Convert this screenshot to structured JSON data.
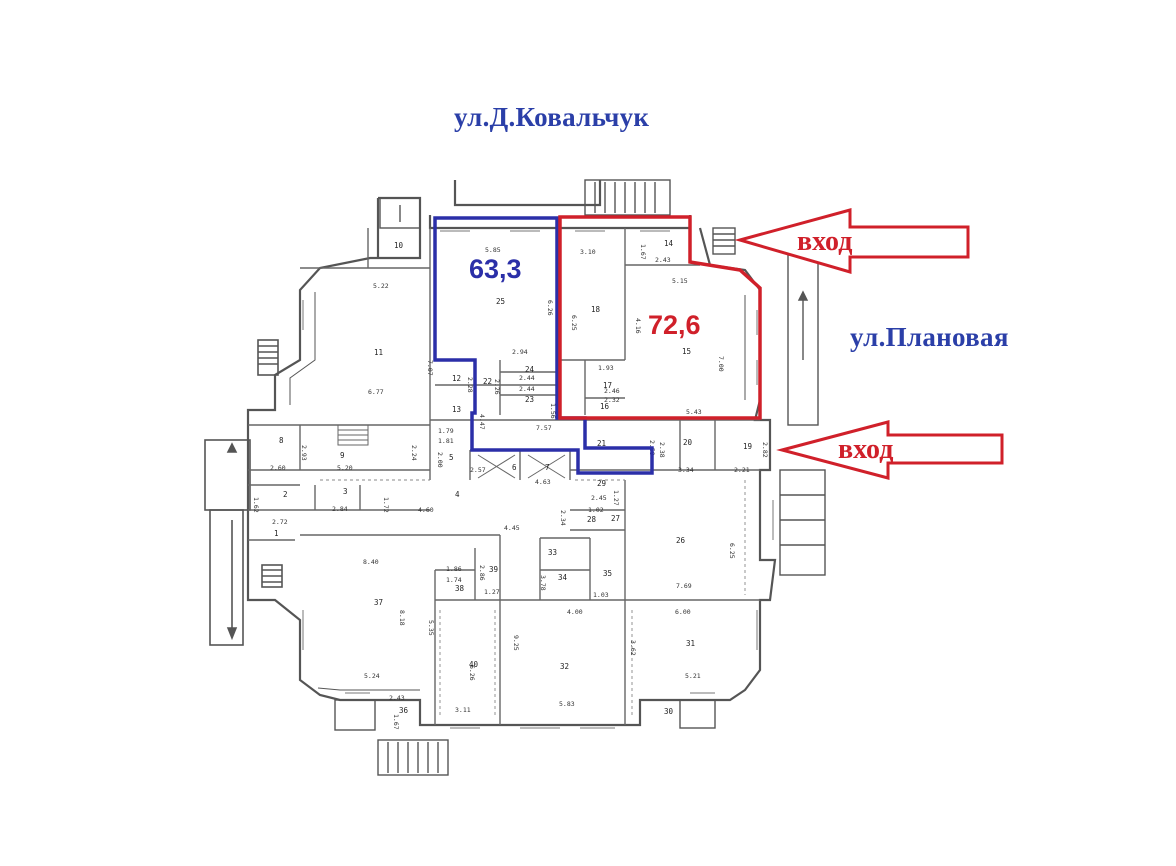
{
  "streets": {
    "north": "ул.Д.Ковальчук",
    "east": "ул.Плановая"
  },
  "units": {
    "blue": {
      "area": "63,3",
      "color": "#2b2fa8"
    },
    "red": {
      "area": "72,6",
      "color": "#d0202a"
    }
  },
  "entrances": {
    "top": "вход",
    "bottom": "вход",
    "color": "#d0202a"
  },
  "colors": {
    "street_text": "#2b3fa8",
    "walls": "#555555"
  },
  "rooms": [
    {
      "id": "1"
    },
    {
      "id": "2"
    },
    {
      "id": "3"
    },
    {
      "id": "4"
    },
    {
      "id": "5"
    },
    {
      "id": "6"
    },
    {
      "id": "7"
    },
    {
      "id": "8"
    },
    {
      "id": "9"
    },
    {
      "id": "10"
    },
    {
      "id": "11"
    },
    {
      "id": "12"
    },
    {
      "id": "13"
    },
    {
      "id": "14"
    },
    {
      "id": "15"
    },
    {
      "id": "16"
    },
    {
      "id": "17"
    },
    {
      "id": "18"
    },
    {
      "id": "19"
    },
    {
      "id": "20"
    },
    {
      "id": "21"
    },
    {
      "id": "22"
    },
    {
      "id": "23"
    },
    {
      "id": "24"
    },
    {
      "id": "25"
    },
    {
      "id": "26"
    },
    {
      "id": "27"
    },
    {
      "id": "28"
    },
    {
      "id": "29"
    },
    {
      "id": "30"
    },
    {
      "id": "31"
    },
    {
      "id": "32"
    },
    {
      "id": "33"
    },
    {
      "id": "34"
    },
    {
      "id": "35"
    },
    {
      "id": "36"
    },
    {
      "id": "37"
    },
    {
      "id": "38"
    },
    {
      "id": "39"
    },
    {
      "id": "40"
    }
  ],
  "dimensions": [
    "5.85",
    "6.26",
    "2.94",
    "3.10",
    "6.25",
    "4.16",
    "1.67",
    "2.43",
    "5.15",
    "7.00",
    "1.93",
    "2.46",
    "2.32",
    "5.43",
    "5.22",
    "6.77",
    "7.07",
    "2.44",
    "2.44",
    "2.28",
    "2.26",
    "1.56",
    "4.47",
    "7.57",
    "2.59",
    "2.38",
    "3.34",
    "2.82",
    "2.21",
    "2.93",
    "2.60",
    "5.20",
    "2.24",
    "1.79",
    "1.81",
    "2.00",
    "2.57",
    "1.62",
    "2.84",
    "1.72",
    "4.60",
    "4.63",
    "2.34",
    "4.45",
    "2.45",
    "1.27",
    "1.02",
    "6.25",
    "7.69",
    "8.40",
    "1.86",
    "2.86",
    "1.74",
    "1.27",
    "8.18",
    "5.35",
    "3.78",
    "1.03",
    "4.00",
    "6.00",
    "3.62",
    "9.25",
    "6.26",
    "5.24",
    "2.43",
    "1.67",
    "3.11",
    "5.83",
    "5.21",
    "2.72"
  ]
}
